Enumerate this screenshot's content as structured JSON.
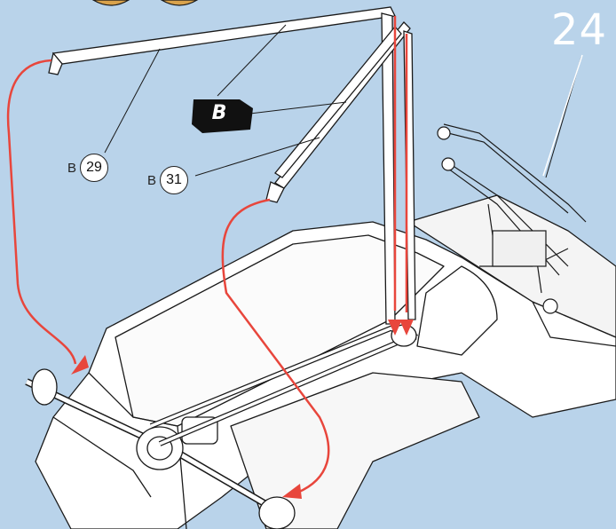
{
  "step": {
    "number": "24"
  },
  "callouts": [
    {
      "sprue": "B",
      "part": "29"
    },
    {
      "sprue": "B",
      "part": "31"
    }
  ],
  "sprue_flag": {
    "letter": "B"
  },
  "colors": {
    "background": "#b9d3ea",
    "arrow": "#e8463c",
    "outline": "#1a1a1a",
    "part_fill": "#ffffff"
  }
}
